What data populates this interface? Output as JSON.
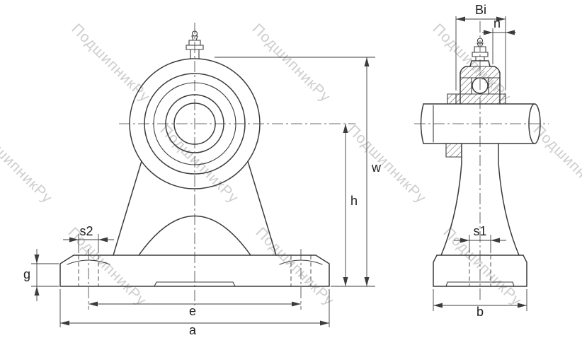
{
  "watermark": {
    "text": "ПодшипникРу"
  },
  "labels": {
    "front": {
      "s2": "s2",
      "g": "g",
      "e": "e",
      "a": "a",
      "w": "w",
      "h": "h"
    },
    "side": {
      "Bi": "Bi",
      "n": "n",
      "s1": "s1",
      "b": "b"
    }
  },
  "colors": {
    "line": "#3c3c3c",
    "text": "#1e1e1e",
    "watermark": "#c9c9c9",
    "background": "#ffffff"
  }
}
